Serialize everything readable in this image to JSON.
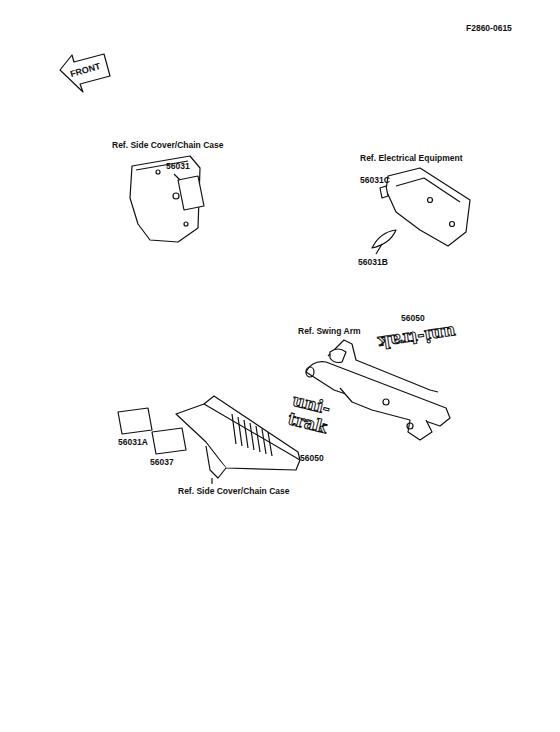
{
  "diagram": {
    "labels": [
      "F2860-0615",
      "FRONT",
      "Ref. Side Cover/Chain Case",
      "56031",
      "Ref. Electrical Equipment",
      "56031C",
      "56031B",
      "56050",
      "uni-trak",
      "Ref. Swing Arm",
      "uni-trak",
      "56050",
      "56031A",
      "56037",
      "Ref. Side Cover/Chain Case"
    ]
  }
}
